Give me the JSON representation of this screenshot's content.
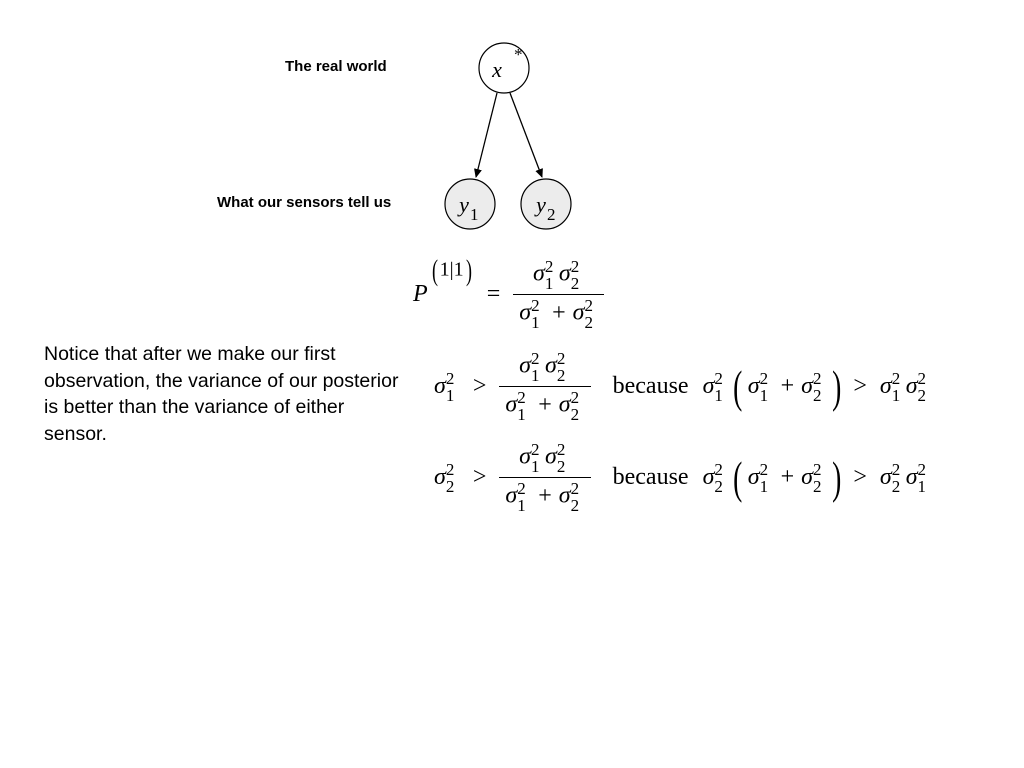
{
  "labels": {
    "real_world": "The real world",
    "sensors": "What our sensors tell us"
  },
  "nodes": {
    "x": {
      "var": "x",
      "superscript": "*"
    },
    "y1": {
      "var": "y",
      "subscript": "1"
    },
    "y2": {
      "var": "y",
      "subscript": "2"
    }
  },
  "notice_text": "Notice that after we make our first observation, the variance of our posterior is better than the variance of either sensor.",
  "math": {
    "P": "P",
    "p_superscript": "1|1",
    "sigma": "σ",
    "sq": "2",
    "one": "1",
    "two": "2",
    "equals": "=",
    "greater": ">",
    "plus": "+",
    "because": "because"
  },
  "colors": {
    "node_fill_observed": "#ececec",
    "node_fill_hidden": "#ffffff",
    "stroke": "#000000"
  }
}
